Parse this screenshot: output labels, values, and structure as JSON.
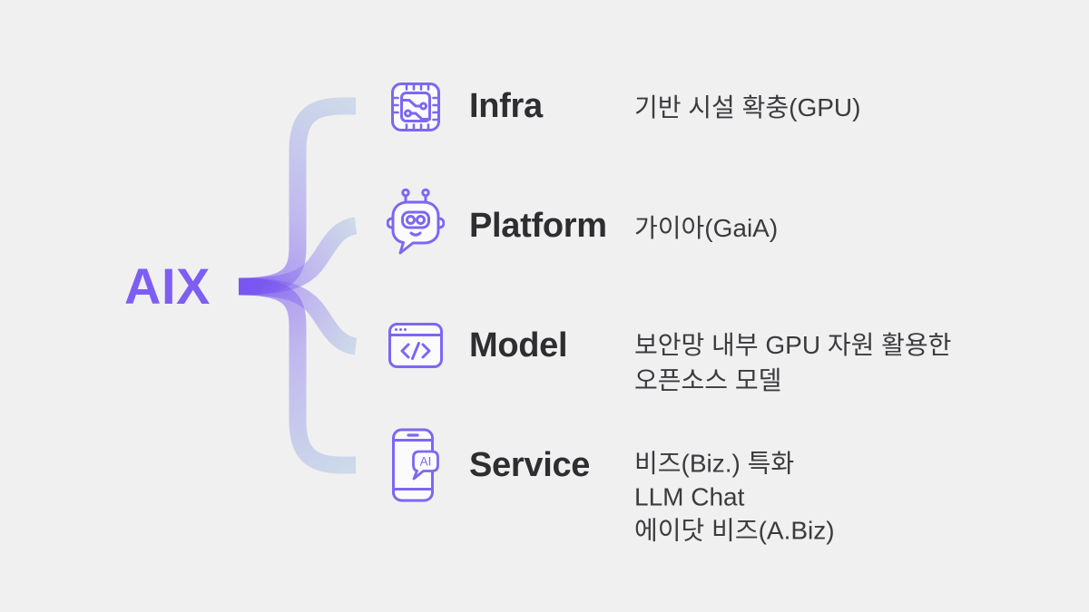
{
  "title": "AIX",
  "colors": {
    "background": "#f0f0f1",
    "root_purple": "#7d5ef2",
    "branch_gradient_start": "#7450ef",
    "branch_gradient_mid": "#9a8bec",
    "branch_gradient_end": "#b0c8e2",
    "icon_stroke": "#7c68f1",
    "label_color": "#2e2e31",
    "desc_color": "#3b3b3e"
  },
  "branches": [
    {
      "label": "Infra",
      "icon": "chip-circuit-icon",
      "desc_lines": [
        "기반 시설 확충(GPU)"
      ]
    },
    {
      "label": "Platform",
      "icon": "robot-chat-icon",
      "desc_lines": [
        "가이아(GaiA)"
      ]
    },
    {
      "label": "Model",
      "icon": "code-window-icon",
      "desc_lines": [
        "보안망 내부 GPU 자원 활용한",
        "오픈소스 모델"
      ]
    },
    {
      "label": "Service",
      "icon": "phone-ai-chat-icon",
      "icon_badge": "AI",
      "desc_lines": [
        "비즈(Biz.) 특화",
        "LLM Chat",
        "에이닷 비즈(A.Biz)"
      ]
    }
  ]
}
